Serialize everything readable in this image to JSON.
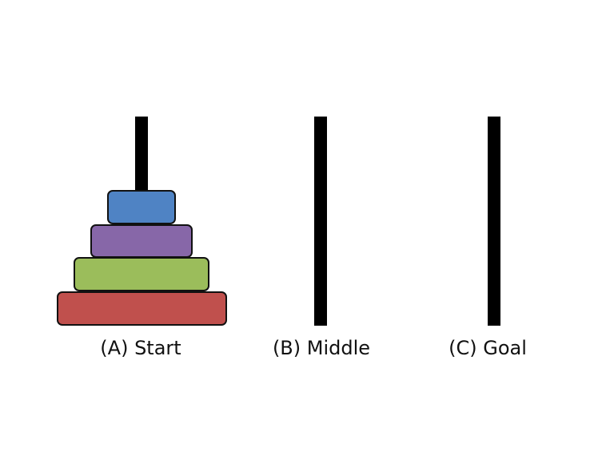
{
  "pegs": [
    {
      "label": "(A) Start"
    },
    {
      "label": "(B) Middle"
    },
    {
      "label": "(C) Goal"
    }
  ],
  "disks": [
    {
      "size": 1,
      "peg": 0,
      "color": "#4f83c4"
    },
    {
      "size": 2,
      "peg": 0,
      "color": "#8767a8"
    },
    {
      "size": 3,
      "peg": 0,
      "color": "#9bbd5b"
    },
    {
      "size": 4,
      "peg": 0,
      "color": "#c0504d"
    }
  ]
}
